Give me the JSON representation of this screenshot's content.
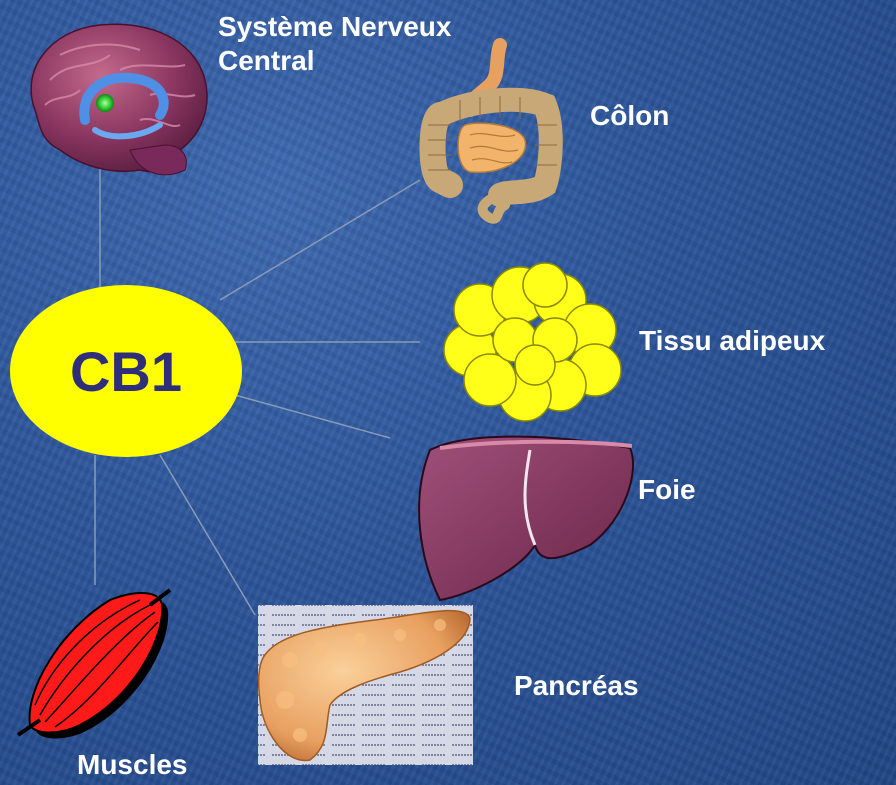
{
  "center": {
    "label": "CB1"
  },
  "nodes": {
    "sn": {
      "label_line1": "Système Nerveux",
      "label_line2": "Central",
      "icon": "brain-icon"
    },
    "colon": {
      "label": "Côlon",
      "icon": "intestine-icon"
    },
    "adipose": {
      "label": "Tissu adipeux",
      "icon": "fat-cells-icon"
    },
    "liver": {
      "label": "Foie",
      "icon": "liver-icon"
    },
    "pancreas": {
      "label": "Pancréas",
      "icon": "pancreas-icon"
    },
    "muscles": {
      "label": "Muscles",
      "icon": "muscle-icon"
    }
  },
  "colors": {
    "background": "#2c5499",
    "center_fill": "#ffff00",
    "center_text": "#2e2e7a",
    "label_text": "#ffffff",
    "connector": "#8a9bb8"
  }
}
